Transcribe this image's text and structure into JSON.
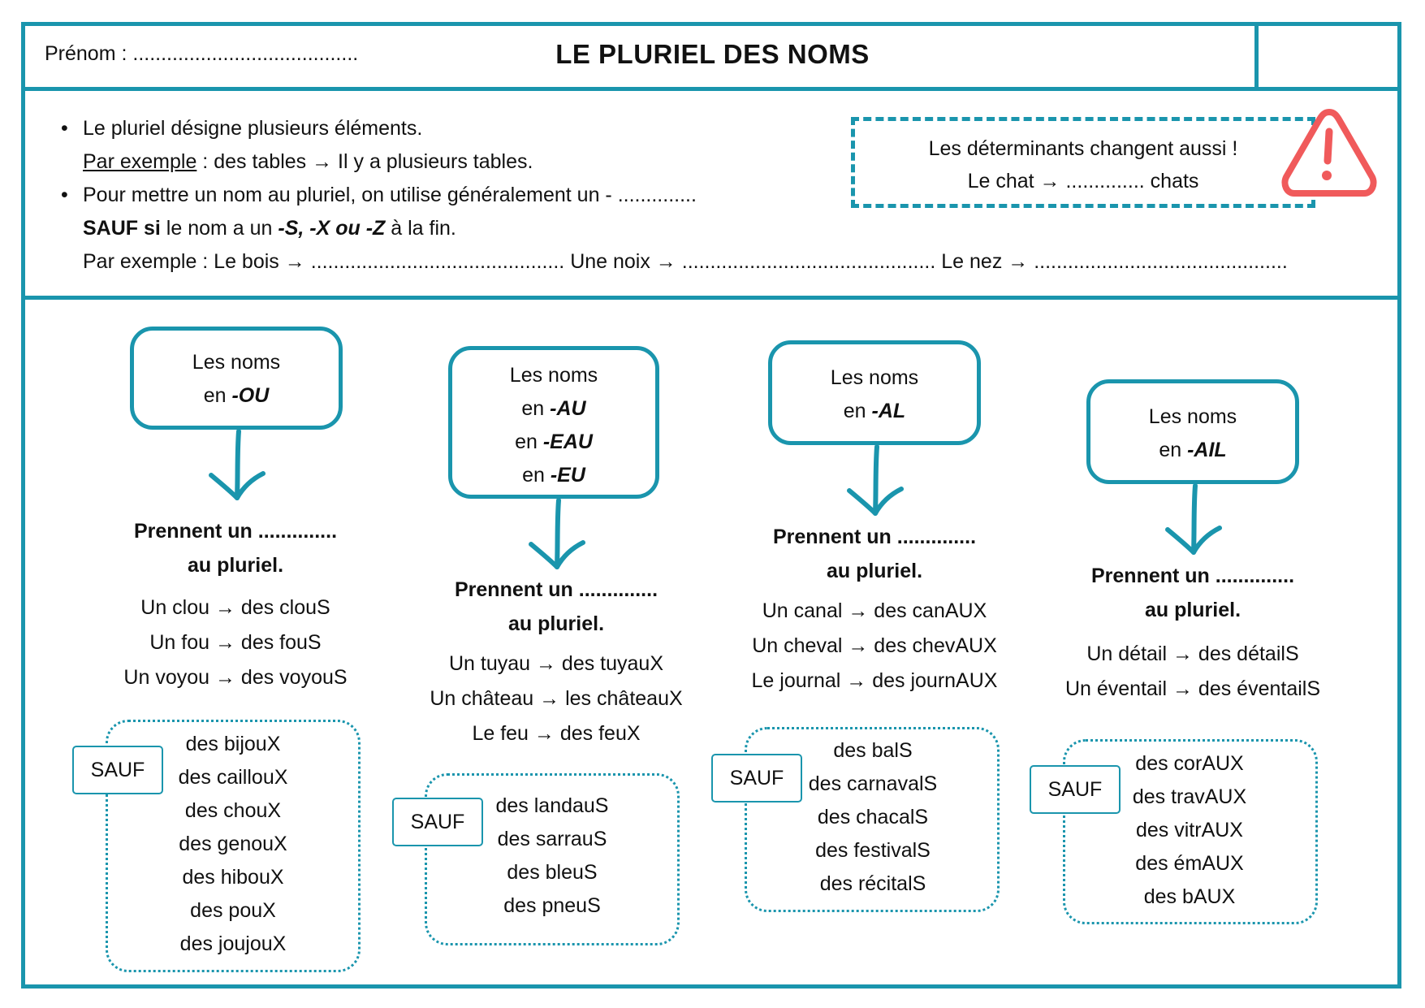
{
  "header": {
    "prenom": "Prénom : ........................................",
    "title": "LE PLURIEL DES NOMS"
  },
  "rules": {
    "line1": "Le pluriel désigne plusieurs éléments.",
    "ex_label": "Par exemple",
    "ex_text": " : des tables → Il y a plusieurs tables.",
    "line3": "Pour mettre un nom au pluriel, on utilise généralement un - ..............",
    "sauf_si": "SAUF si",
    "sauf_mid": " le nom a un ",
    "sauf_endings": "-S, -X ou -Z",
    "sauf_end": " à la fin.",
    "line5": "Par exemple : Le bois → ............................................. Une noix → ............................................. Le nez → ............................................."
  },
  "warning": {
    "line1": "Les déterminants changent aussi !",
    "line2": "Le chat → .............. chats"
  },
  "columns": [
    {
      "box_line1": "Les noms",
      "box_lines": [
        {
          "pre": "en ",
          "ending": "-OU"
        }
      ],
      "rule_line1": "Prennent un ..............",
      "rule_line2": "au pluriel.",
      "examples": [
        "Un clou → des clouS",
        "Un fou → des fouS",
        "Un voyou → des voyouS"
      ],
      "sauf_label": "SAUF",
      "sauf_items": [
        "des bijouX",
        "des caillouX",
        "des chouX",
        "des genouX",
        "des hibouX",
        "des pouX",
        "des joujouX"
      ]
    },
    {
      "box_line1": "Les noms",
      "box_lines": [
        {
          "pre": "en ",
          "ending": "-AU"
        },
        {
          "pre": "en ",
          "ending": "-EAU"
        },
        {
          "pre": "en ",
          "ending": "-EU"
        }
      ],
      "rule_line1": "Prennent un ..............",
      "rule_line2": "au pluriel.",
      "examples": [
        "Un tuyau → des tuyauX",
        "Un château → les châteauX",
        "Le feu → des feuX"
      ],
      "sauf_label": "SAUF",
      "sauf_items": [
        "des landauS",
        "des sarrauS",
        "des bleuS",
        "des pneuS"
      ]
    },
    {
      "box_line1": "Les noms",
      "box_lines": [
        {
          "pre": "en ",
          "ending": "-AL"
        }
      ],
      "rule_line1": "Prennent un ..............",
      "rule_line2": "au pluriel.",
      "examples": [
        "Un canal → des canAUX",
        "Un cheval → des chevAUX",
        "Le journal → des journAUX"
      ],
      "sauf_label": "SAUF",
      "sauf_items": [
        "des balS",
        "des carnavalS",
        "des chacalS",
        "des festivalS",
        "des récitalS"
      ]
    },
    {
      "box_line1": "Les noms",
      "box_lines": [
        {
          "pre": "en ",
          "ending": "-AIL"
        }
      ],
      "rule_line1": "Prennent un ..............",
      "rule_line2": "au pluriel.",
      "examples": [
        "Un détail → des détailS",
        "Un éventail → des éventailS"
      ],
      "sauf_label": "SAUF",
      "sauf_items": [
        "des corAUX",
        "des travAUX",
        "des vitrAUX",
        "des émAUX",
        "des bAUX"
      ]
    }
  ],
  "colors": {
    "accent": "#1a95ad",
    "warning": "#f05a5b"
  },
  "icons": {
    "warning": "warning-triangle-icon",
    "arrow": "curved-down-arrow-icon"
  }
}
